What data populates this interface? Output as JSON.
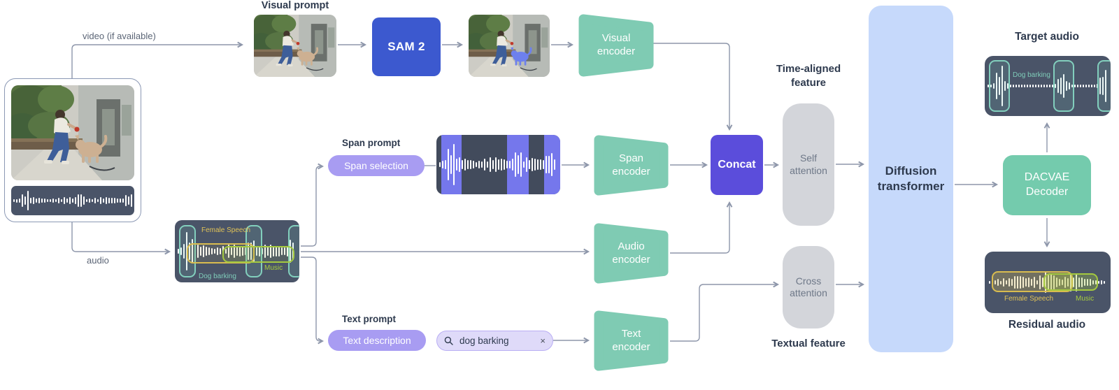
{
  "labels": {
    "video_edge": "video (if available)",
    "audio_edge": "audio",
    "visual_prompt": "Visual prompt",
    "span_prompt": "Span prompt",
    "text_prompt": "Text prompt",
    "time_aligned_feature": "Time-aligned feature",
    "textual_feature": "Textual feature",
    "target_audio": "Target audio",
    "residual_audio": "Residual audio"
  },
  "nodes": {
    "sam2": "SAM 2",
    "visual_encoder": "Visual encoder",
    "span_encoder": "Span encoder",
    "audio_encoder": "Audio encoder",
    "text_encoder": "Text encoder",
    "concat": "Concat",
    "self_attention": "Self attention",
    "cross_attention": "Cross attention",
    "diffusion_transformer": "Diffusion transformer",
    "dacvae_decoder": "DACVAE Decoder"
  },
  "prompts": {
    "span_selection": "Span selection",
    "text_description": "Text description",
    "search_value": "dog barking",
    "clear_icon": "×"
  },
  "audio_tags": {
    "female_speech": "Female Speech",
    "dog_barking": "Dog barking",
    "music": "Music"
  },
  "target": {
    "tag": "Dog barking"
  },
  "residual": {
    "female_speech": "Female Speech",
    "music": "Music"
  },
  "colors": {
    "sam2_blue": "#3c59cf",
    "concat_purple": "#5b4ddb",
    "prompt_pill_purple": "#a89cf2",
    "search_bg_purple": "#dfdaf9",
    "encoder_green": "#7fcbb3",
    "dacvae_green": "#74cbad",
    "diffusion_blue": "#c6d9fb",
    "attention_gray": "#d3d5da",
    "waveform_dark": "#4a5468",
    "span_band_purple": "#7577ec",
    "highlight_teal": "#82cfbd",
    "highlight_yellow": "#d9bc4f",
    "highlight_green": "#a4c93f",
    "wire_gray": "#8d96aa"
  }
}
